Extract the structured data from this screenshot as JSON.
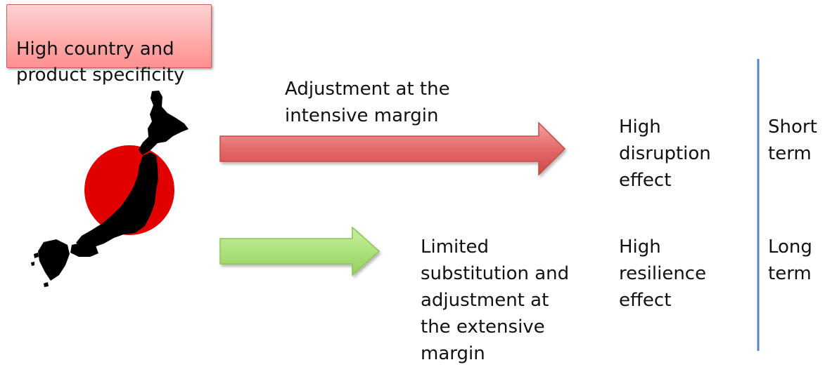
{
  "box": {
    "text": "High country and\nproduct specificity"
  },
  "labels": {
    "intensive": "Adjustment at the\nintensive margin",
    "extensive": "Limited\nsubstitution and\nadjustment at\nthe extensive\nmargin",
    "disruption": "High\ndisruption\neffect",
    "resilience": "High\nresilience\neffect",
    "short": "Short\nterm",
    "long": "Long\nterm"
  },
  "colors": {
    "box_fill": "#ff9f9f",
    "red_arrow": "#d64a4a",
    "green_arrow": "#9fd66c",
    "japan_flag_disc": "#e00000",
    "japan_map": "#000000",
    "divider_line": "#5b84c4"
  },
  "icons": {
    "map": "japan-map-icon"
  }
}
